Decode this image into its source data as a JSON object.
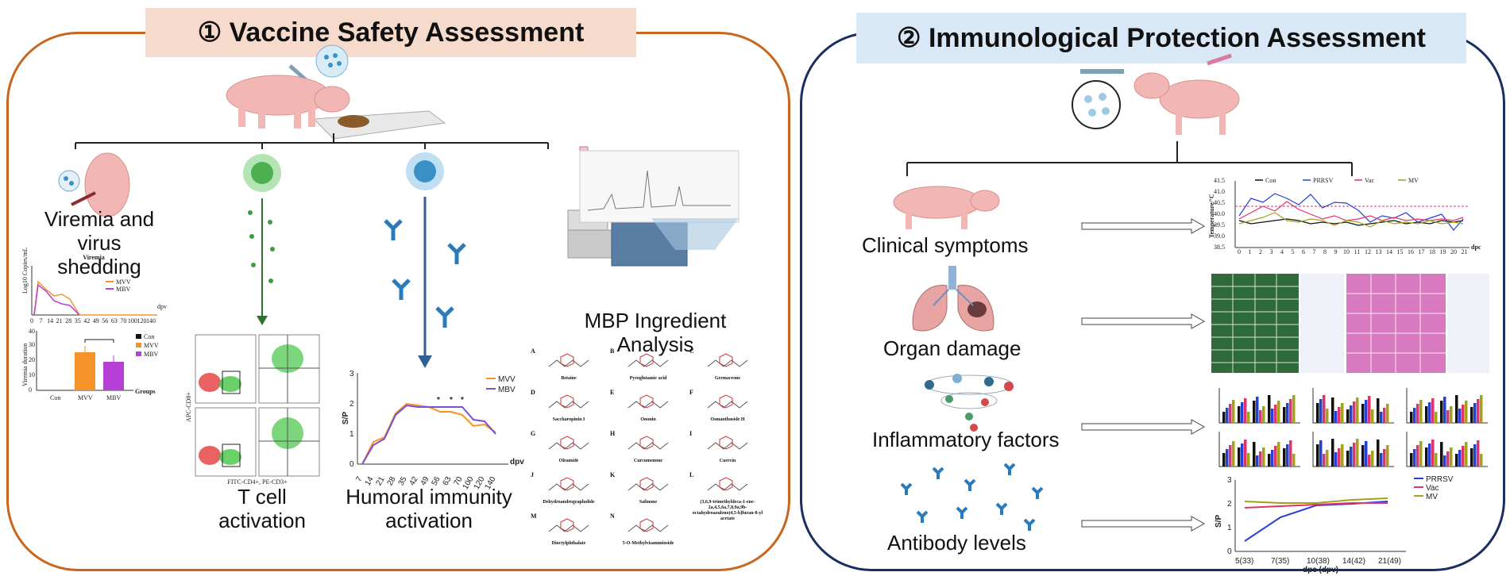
{
  "panel1": {
    "title": "① Vaccine Safety Assessment",
    "labels": {
      "viremia": "Viremia and virus shedding",
      "tcell": "T cell activation",
      "humoral": "Humoral immunity activation",
      "mbp": "MBP Ingredient Analysis"
    },
    "viremia_chart": {
      "title": "Viremia",
      "ylabel": "Log10 Copies/mL",
      "xlabel": "dpv",
      "x_ticks": [
        "0",
        "7",
        "14",
        "21",
        "28",
        "35",
        "42",
        "49",
        "56",
        "63",
        "70",
        "100",
        "120",
        "140"
      ],
      "legend": [
        "MVV",
        "MBV"
      ],
      "colors": {
        "MVV": "#f5922a",
        "MBV": "#b63fd6"
      }
    },
    "duration_chart": {
      "ylabel": "Viremia duration",
      "xlabel": "Groups",
      "categories": [
        "Con",
        "MVV",
        "MBV"
      ],
      "legend": [
        "Con",
        "MVV",
        "MBV"
      ],
      "y_ticks": [
        "0",
        "10",
        "20",
        "30",
        "40"
      ],
      "colors": {
        "Con": "#111111",
        "MVV": "#f5922a",
        "MBV": "#b63fd6"
      }
    },
    "flow": {
      "ylabel": "APC-CD8+",
      "xlabel": "FITC-CD4+, PE-CD3+"
    },
    "humoral_chart": {
      "ylabel": "S/P",
      "xlabel": "dpv",
      "x_ticks": [
        "7",
        "14",
        "21",
        "28",
        "35",
        "42",
        "49",
        "56",
        "63",
        "70",
        "100",
        "120",
        "140"
      ],
      "y_ticks": [
        "0",
        "1",
        "2",
        "3"
      ],
      "legend": [
        "MVV",
        "MBV"
      ],
      "stars": [
        "*",
        "*",
        "*"
      ],
      "colors": {
        "MVV": "#f5922a",
        "MBV": "#7b4ed6"
      }
    },
    "compounds": [
      {
        "letter": "A",
        "name": "Betaine"
      },
      {
        "letter": "B",
        "name": "Pyroglutamic acid"
      },
      {
        "letter": "C",
        "name": "Germacrone"
      },
      {
        "letter": "D",
        "name": "Saccharopinin I"
      },
      {
        "letter": "E",
        "name": "Ononin"
      },
      {
        "letter": "F",
        "name": "Osmanthuside H"
      },
      {
        "letter": "G",
        "name": "Oleamide"
      },
      {
        "letter": "H",
        "name": "Curcumenone"
      },
      {
        "letter": "I",
        "name": "Cuercin"
      },
      {
        "letter": "J",
        "name": "Dehydroandrographolide"
      },
      {
        "letter": "K",
        "name": "Safinone"
      },
      {
        "letter": "L",
        "name": "(3,6,9-trimethyldeca-1-ene-2a,4,5,6a,7,8,9a,9b-octahydroazuleno)4,5-b]furan-8-yl acetate"
      },
      {
        "letter": "M",
        "name": "Dioctylphthalate"
      },
      {
        "letter": "N",
        "name": "5-O-Methylvisammioside"
      }
    ]
  },
  "panel2": {
    "title": "② Immunological Protection Assessment",
    "labels": {
      "clinical": "Clinical symptoms",
      "organ": "Organ damage",
      "inflammatory": "Inflammatory factors",
      "antibody": "Antibody levels"
    },
    "temp_chart": {
      "ylabel": "Temperature/°C",
      "xlabel": "dpc",
      "y_ticks": [
        "38.5",
        "39.0",
        "39.5",
        "40.0",
        "40.5",
        "41.0",
        "41.5"
      ],
      "legend": [
        "Con",
        "PRRSV",
        "Vac",
        "MV"
      ],
      "colors": {
        "Con": "#111111",
        "PRRSV": "#2440d8",
        "Vac": "#e0336d",
        "MV": "#a3a31a"
      },
      "x_ticks": [
        "0",
        "1",
        "2",
        "3",
        "4",
        "5",
        "6",
        "7",
        "8",
        "9",
        "10",
        "11",
        "12",
        "13",
        "14",
        "15",
        "16",
        "17",
        "18",
        "19",
        "20",
        "21"
      ]
    },
    "antibody_chart": {
      "ylabel": "S/P",
      "xlabel": "dpc (dpv)",
      "categories": [
        "5(33)",
        "7(35)",
        "10(38)",
        "14(42)",
        "21(49)"
      ],
      "y_ticks": [
        "0",
        "1",
        "2",
        "3"
      ],
      "legend": [
        "PRRSV",
        "Vac",
        "MV"
      ],
      "colors": {
        "PRRSV": "#2440d8",
        "Vac": "#e0336d",
        "MV": "#a3a31a"
      }
    }
  }
}
